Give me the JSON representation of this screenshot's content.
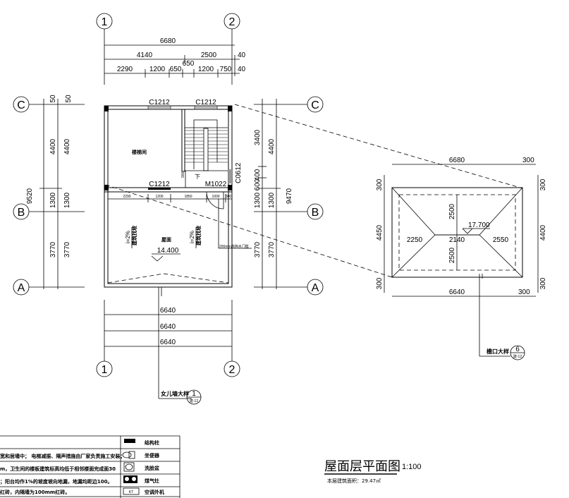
{
  "axes": {
    "top": [
      "1",
      "2"
    ],
    "bottom": [
      "1",
      "2"
    ],
    "left": [
      "C",
      "B",
      "A"
    ],
    "right": [
      "C",
      "B",
      "A"
    ]
  },
  "dims_top": {
    "total": "6680",
    "row2": [
      "4140",
      "2500",
      "40"
    ],
    "row3": [
      "2290",
      "1200",
      "650",
      "1200",
      "750",
      "40"
    ],
    "extra": "650"
  },
  "dims_left": {
    "total": "9520",
    "top": [
      "50",
      "50"
    ],
    "col1": [
      "4400",
      "1300",
      "3770"
    ],
    "col2": [
      "4400",
      "1300",
      "3770"
    ]
  },
  "dims_right": {
    "total": "9470",
    "col1": [
      "3400",
      "400",
      "600",
      "1300",
      "3770"
    ],
    "col2": [
      "4400",
      "1300",
      "3770"
    ]
  },
  "dims_bottom": [
    "6640",
    "6640",
    "6640"
  ],
  "plan": {
    "windows": [
      "C1212",
      "C1212",
      "C1212"
    ],
    "door": "M1022",
    "side_window": "C0612",
    "stair_room": "楼梯间",
    "stair_down": "下",
    "stair_dim": "900",
    "inner_dims": [
      "2290",
      "1200",
      "1850",
      "1000",
      "300"
    ],
    "roof_label": "屋面",
    "roof_elev": "14.400",
    "slope": "i=2%",
    "slope_note": "建筑找坡",
    "note_200": "200mm高挡水门槛"
  },
  "detail_1": {
    "label": "女儿墙大样",
    "num": "1",
    "sheet": "建-12"
  },
  "detail_6": {
    "label": "檐口大样",
    "num": "6",
    "sheet": "建-12"
  },
  "roof_plan": {
    "top": "6680",
    "top_right": "300",
    "left_total": "4450",
    "left_top": "300",
    "left_bottom": "300",
    "right_total": "4400",
    "right_top": "300",
    "right_bottom": "300",
    "mid": [
      "2250",
      "2140",
      "2550"
    ],
    "vert": [
      "2500",
      "2500"
    ],
    "elev": "17.700",
    "bottom": "6640",
    "bottom_right": "300"
  },
  "notes": [
    "宽和居墙中； 电梯减振、隔声措施由厂家负责施工安装；",
    "m，卫生间的楼板建筑标高均低于相邻楼面完成面30",
    "；阳台均作1%的坡度坡向地漏，地漏均距边100。",
    "红砖，内隔墙为100mm红砖。",
    "..."
  ],
  "legend": [
    {
      "icon": "structural-column-icon",
      "label": "结构柱"
    },
    {
      "icon": "toilet-icon",
      "label": "坐便器"
    },
    {
      "icon": "washbasin-icon",
      "label": "洗脸盆"
    },
    {
      "icon": "gas-stove-icon",
      "label": "煤气灶"
    },
    {
      "icon": "ac-unit-icon",
      "label": "空调外机",
      "tag": "KT"
    }
  ],
  "title": {
    "main": "屋面层平面图",
    "scale": "1:100",
    "area": "本层建筑面积：29.47㎡"
  }
}
